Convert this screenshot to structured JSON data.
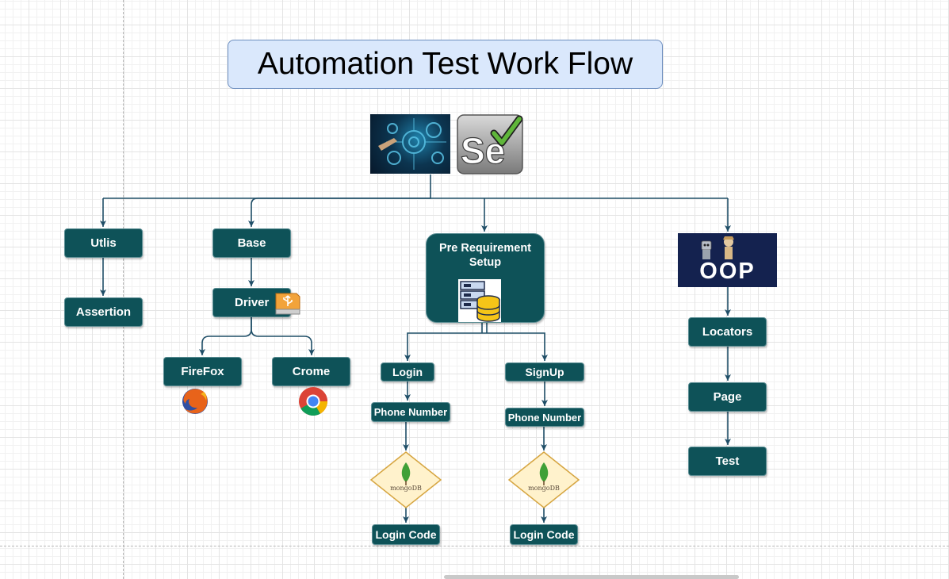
{
  "title": "Automation Test Work Flow",
  "nodes": {
    "utlis": "Utlis",
    "assertion": "Assertion",
    "base": "Base",
    "driver": "Driver",
    "firefox": "FireFox",
    "crome": "Crome",
    "pre_requirement": "Pre Requirement Setup",
    "login": "Login",
    "signup": "SignUp",
    "login_phone": "Phone Number",
    "signup_phone": "Phone Number",
    "login_code_left": "Login Code",
    "login_code_right": "Login Code",
    "locators": "Locators",
    "page": "Page",
    "test": "Test"
  },
  "logos": {
    "oop": "OOP",
    "selenium": "Se",
    "mongodb_left": "mongoDB",
    "mongodb_right": "mongoDB"
  },
  "colors": {
    "node_fill": "#0e5258",
    "edge": "#1f4e67",
    "title_fill": "#dae8fc",
    "diamond_fill": "#fff2cc",
    "diamond_stroke": "#d6a540",
    "oop_fill": "#14224f"
  },
  "icons": [
    "automation-image-icon",
    "selenium-icon",
    "usb-drive-icon",
    "firefox-icon",
    "chrome-icon",
    "database-server-icon",
    "mongodb-icon",
    "oop-robots-icon"
  ]
}
